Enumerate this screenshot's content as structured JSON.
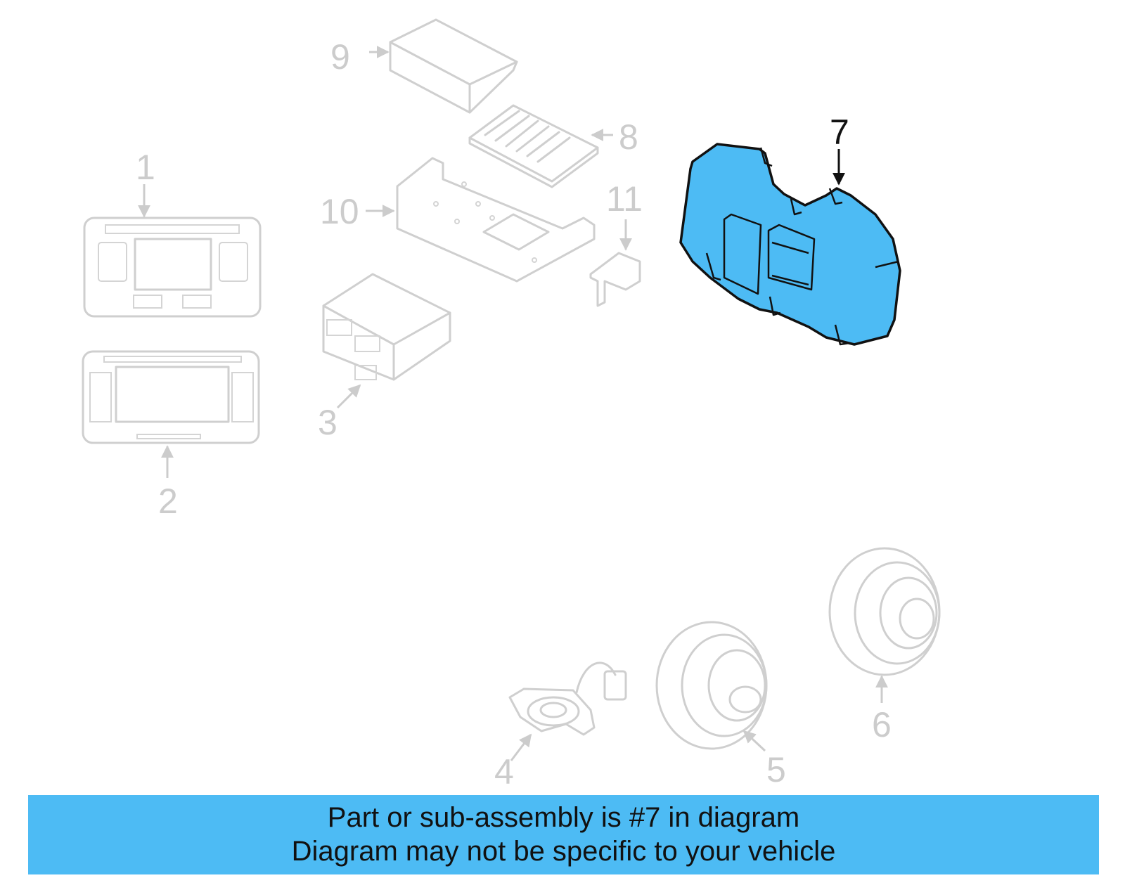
{
  "diagram": {
    "highlight_color": "#4dbbf4",
    "ghost_color": "#cccccc",
    "callouts": [
      {
        "id": "1",
        "label": "1"
      },
      {
        "id": "2",
        "label": "2"
      },
      {
        "id": "3",
        "label": "3"
      },
      {
        "id": "4",
        "label": "4"
      },
      {
        "id": "5",
        "label": "5"
      },
      {
        "id": "6",
        "label": "6"
      },
      {
        "id": "7",
        "label": "7",
        "highlighted": true
      },
      {
        "id": "8",
        "label": "8"
      },
      {
        "id": "9",
        "label": "9"
      },
      {
        "id": "10",
        "label": "10"
      },
      {
        "id": "11",
        "label": "11"
      }
    ]
  },
  "banner": {
    "line1": "Part or sub-assembly is #7 in diagram",
    "line2": "Diagram may not be specific to your vehicle",
    "background": "#4dbbf4"
  }
}
